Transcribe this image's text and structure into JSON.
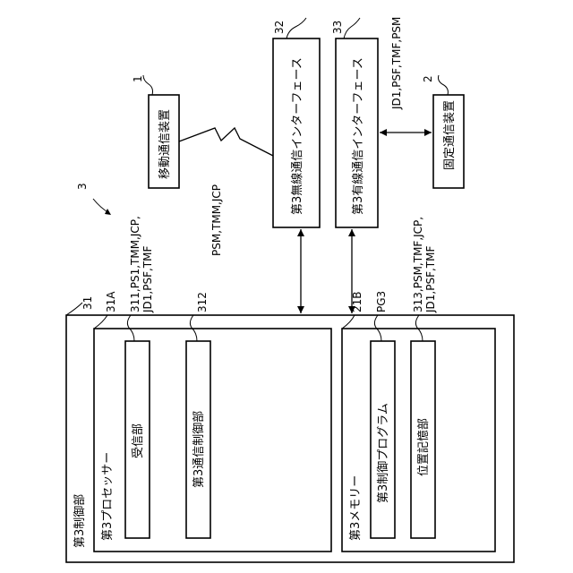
{
  "diagram": {
    "system_ref": "3",
    "control_unit": {
      "ref": "31",
      "label": "第3制御部"
    },
    "processor": {
      "ref": "31A",
      "label": "第3プロセッサー"
    },
    "receiver": {
      "ref": "311",
      "label": "受信部",
      "data": "311,PS1,TMM,JCP,\nJD1,PSF,TMF"
    },
    "comm_control": {
      "ref": "312",
      "label": "第3通信制御部"
    },
    "memory": {
      "ref": "21B",
      "label": "第3メモリー"
    },
    "program": {
      "ref": "PG3",
      "label": "第3制御プログラム"
    },
    "position_storage": {
      "ref": "313",
      "label": "位置記憶部",
      "data": "313,PSM,TMF,JCP,\nJD1,PSF,TMF"
    },
    "wireless_if": {
      "ref": "32",
      "label": "第3無線通信インターフェース"
    },
    "wired_if": {
      "ref": "33",
      "label": "第3有線通信インターフェース"
    },
    "mobile_device": {
      "ref": "1",
      "label": "移動通信装置"
    },
    "fixed_device": {
      "ref": "2",
      "label": "固定通信装置"
    },
    "wireless_signal_data": "PSM,TMM,JCP",
    "wireless_link_data": "PSM,TMM,JCP",
    "wired_data_top": "JD1,PSF,TMF,PSM",
    "wired_data_right": "JD1,PSF,TMF,PSM"
  }
}
